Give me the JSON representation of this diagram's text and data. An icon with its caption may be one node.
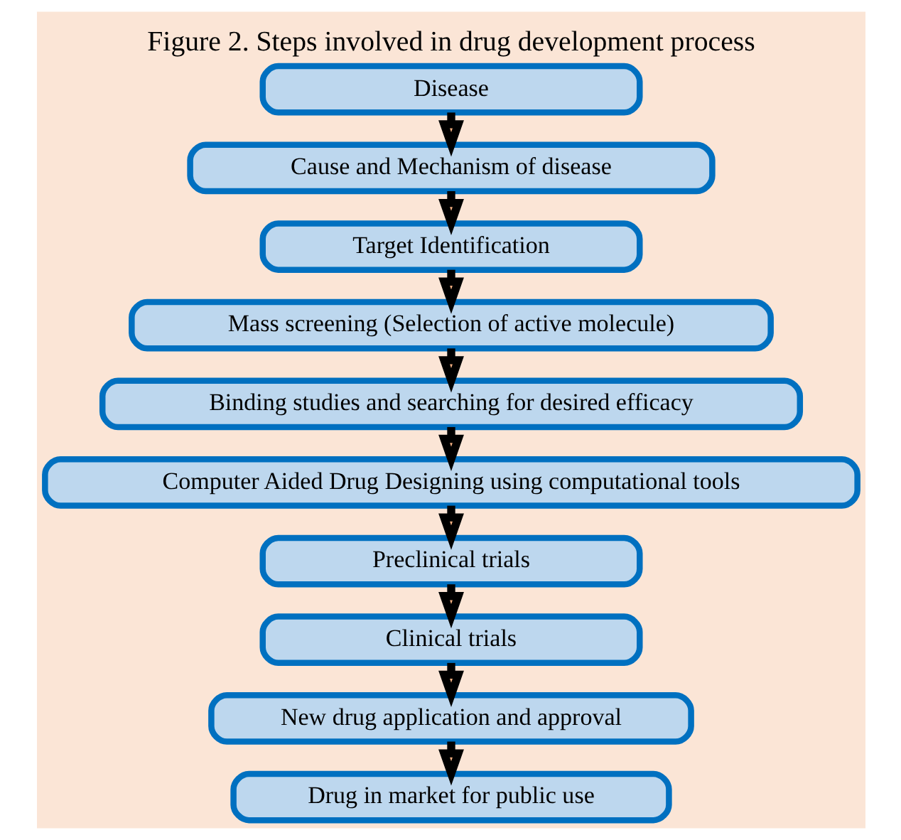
{
  "diagram": {
    "title": "Figure 2. Steps involved in drug development process",
    "nodes": [
      {
        "text": [
          "Disease"
        ]
      },
      {
        "text": [
          "Cause and Mechanism of disease"
        ]
      },
      {
        "text": [
          "Target Identification"
        ]
      },
      {
        "text": [
          "Mass screening (Selection of active molecule)"
        ]
      },
      {
        "text": [
          "Binding studies and searching for desired efficacy"
        ]
      },
      {
        "text": [
          "Computer Aided Drug Designing using computational tools"
        ]
      },
      {
        "text": [
          "Preclinical trials"
        ]
      },
      {
        "text": [
          "Clinical trials"
        ]
      },
      {
        "text": [
          "New drug application and approval"
        ]
      },
      {
        "text": [
          "Drug in market for public use"
        ]
      }
    ],
    "edges": [
      {
        "from": 0,
        "to": 1,
        "arrow": "to"
      },
      {
        "from": 1,
        "to": 2,
        "arrow": "to"
      },
      {
        "from": 2,
        "to": 3,
        "arrow": "to"
      },
      {
        "from": 3,
        "to": 4,
        "arrow": "to"
      },
      {
        "from": 4,
        "to": 5,
        "arrow": "to"
      },
      {
        "from": 5,
        "to": 6,
        "arrow": "to"
      },
      {
        "from": 6,
        "to": 7,
        "arrow": "to"
      },
      {
        "from": 7,
        "to": 8,
        "arrow": "to"
      },
      {
        "from": 8,
        "to": 9,
        "arrow": "to"
      }
    ]
  }
}
